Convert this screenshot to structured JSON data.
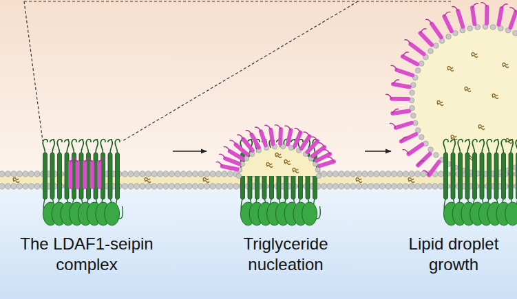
{
  "diagram": {
    "nodes": [
      {
        "text": [
          "The LDAF1-seipin complex"
        ]
      },
      {
        "text": [
          "Triglyceride nucleation"
        ]
      },
      {
        "text": [
          "Lipid droplet growth"
        ]
      }
    ],
    "edges": [
      {
        "from": 0,
        "to": 1,
        "arrow": "to"
      },
      {
        "from": 1,
        "to": 2,
        "arrow": "to"
      }
    ]
  }
}
